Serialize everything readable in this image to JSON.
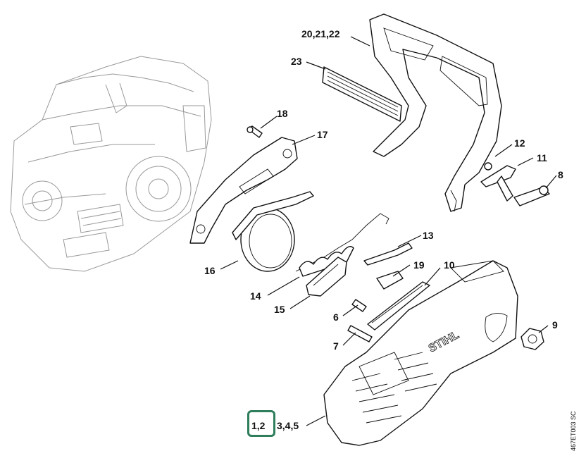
{
  "callouts": {
    "c_20_21_22": "20,21,22",
    "c_23": "23",
    "c_18": "18",
    "c_17": "17",
    "c_12": "12",
    "c_11": "11",
    "c_8": "8",
    "c_16": "16",
    "c_13": "13",
    "c_19": "19",
    "c_10": "10",
    "c_14": "14",
    "c_15": "15",
    "c_6": "6",
    "c_9": "9",
    "c_7": "7",
    "c_1_2": "1,2",
    "c_3_4_5": "3,4,5"
  },
  "logo_text": "STIHL",
  "drawing_code": "467ET003 SC",
  "highlight_color": "#2e7d5b"
}
